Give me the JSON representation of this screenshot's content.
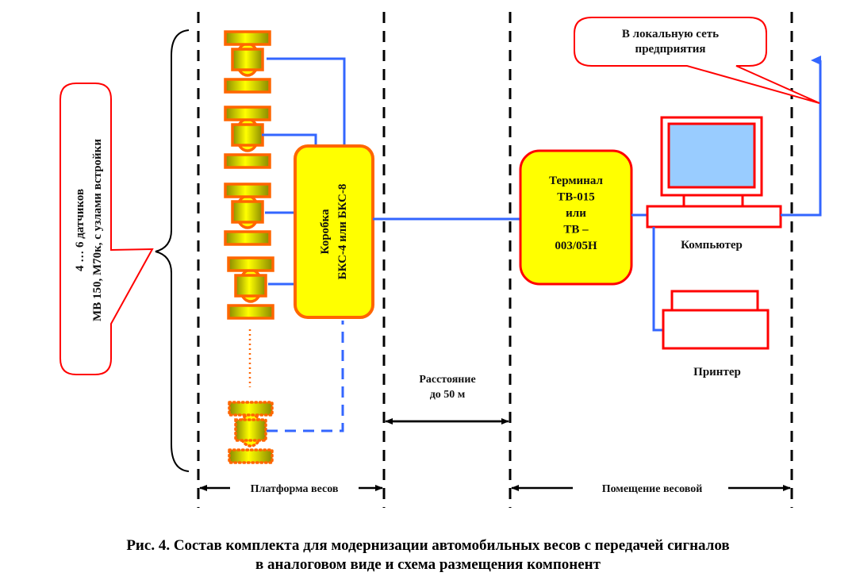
{
  "colors": {
    "accent_wire": "#3366ff",
    "sensor_border": "#ff6600",
    "sensor_fill_light": "#ffff00",
    "sensor_fill_dark": "#999900",
    "box_fill": "#ffff00",
    "junction_border": "#ff6600",
    "terminal_border": "#ff0000",
    "device_outline": "#ff0000",
    "screen_fill": "#99ccff",
    "callout_border": "#ff0000"
  },
  "sensors_callout": {
    "line1": "4 … 6  датчиков",
    "line2": "МВ 150,   М70к,  с  узлами  встройки"
  },
  "junction_box": {
    "line1": "Коробка",
    "line2": "БКС-4 или БКС-8"
  },
  "terminal": {
    "lines": [
      "Терминал",
      "ТВ-015",
      "или",
      "ТВ –",
      "003/05Н"
    ]
  },
  "network_callout": {
    "line1": "В локальную  сеть",
    "line2": "предприятия"
  },
  "computer": {
    "label": "Компьютер"
  },
  "printer": {
    "label": "Принтер"
  },
  "distance": {
    "line1": "Расстояние",
    "line2": "до  50  м"
  },
  "zones": {
    "platform": "Платформа  весов",
    "room": "Помещение  весовой"
  },
  "caption": {
    "line1": "Рис.  4. Состав  комплекта  для  модернизации  автомобильных  весов  с  передачей  сигналов",
    "line2": "в  аналоговом  виде  и  схема размещения  компонент"
  }
}
